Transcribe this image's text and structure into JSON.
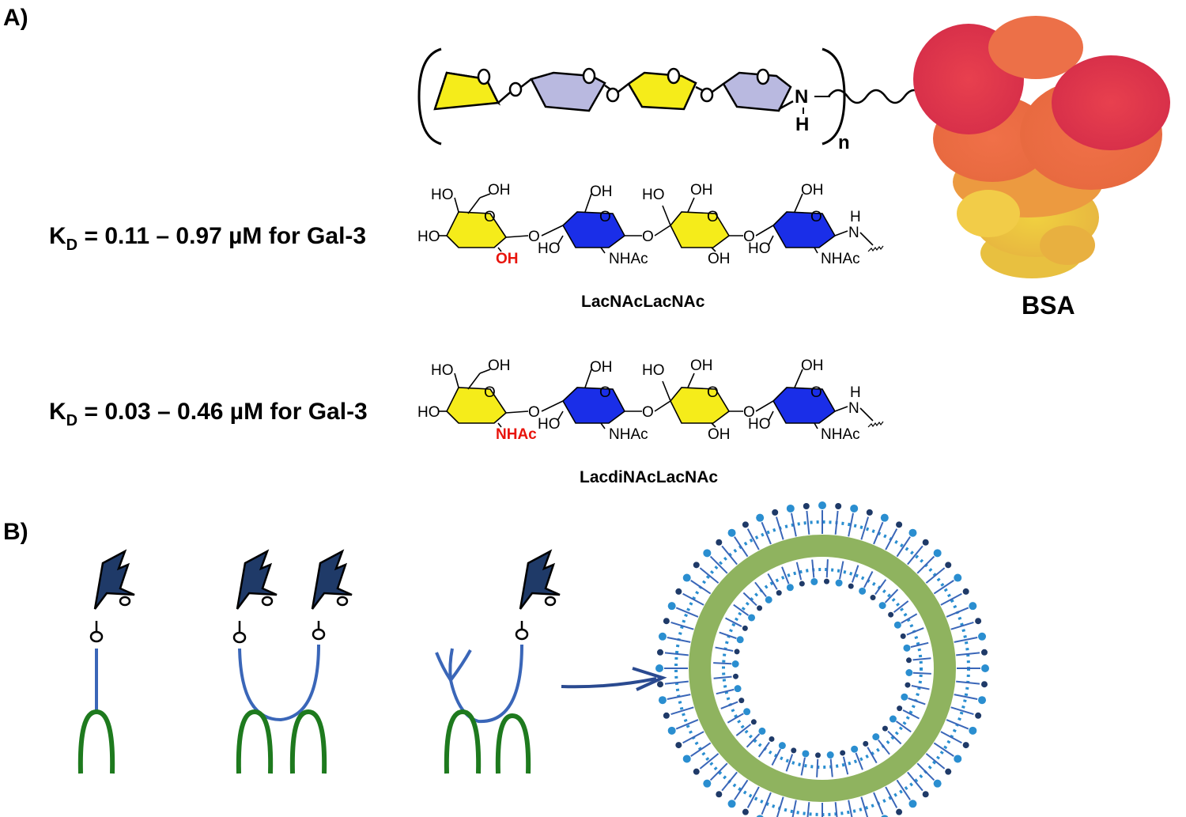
{
  "panel_a": {
    "label": "A)",
    "polymer": {
      "nh_n": "N",
      "nh_h": "H",
      "repeat_n": "n"
    },
    "compound1": {
      "kd_k": "K",
      "kd_sub": "D",
      "kd_rest": " = 0.11 – 0.97 µM for Gal-3",
      "name": "LacNAcLacNAc",
      "highlight": "OH",
      "atoms": {
        "ho": "HO",
        "oh": "OH",
        "o": "O",
        "nhac": "NHAc",
        "h": "H",
        "n": "N"
      }
    },
    "compound2": {
      "kd_k": "K",
      "kd_sub": "D",
      "kd_rest": " = 0.03 – 0.46 µM for Gal-3",
      "name": "LacdiNAcLacNAc",
      "highlight": "NHAc",
      "atoms": {
        "ho": "HO",
        "oh": "OH",
        "o": "O",
        "nhac": "NHAc",
        "h": "H",
        "n": "N"
      }
    },
    "protein_label": "BSA",
    "colors": {
      "galactose": "#f5ec1a",
      "glcnac_light": "#b9b9e0",
      "glcnac": "#1a2ee8",
      "highlight": "#e8140c"
    }
  },
  "panel_b": {
    "label": "B)",
    "colors": {
      "glycan": "#1f3a68",
      "linker": "#3a66b8",
      "lipid": "#1e7a1e",
      "vesicle_head": "#2a8ed0",
      "vesicle_tail": "#6a9a2a"
    }
  }
}
